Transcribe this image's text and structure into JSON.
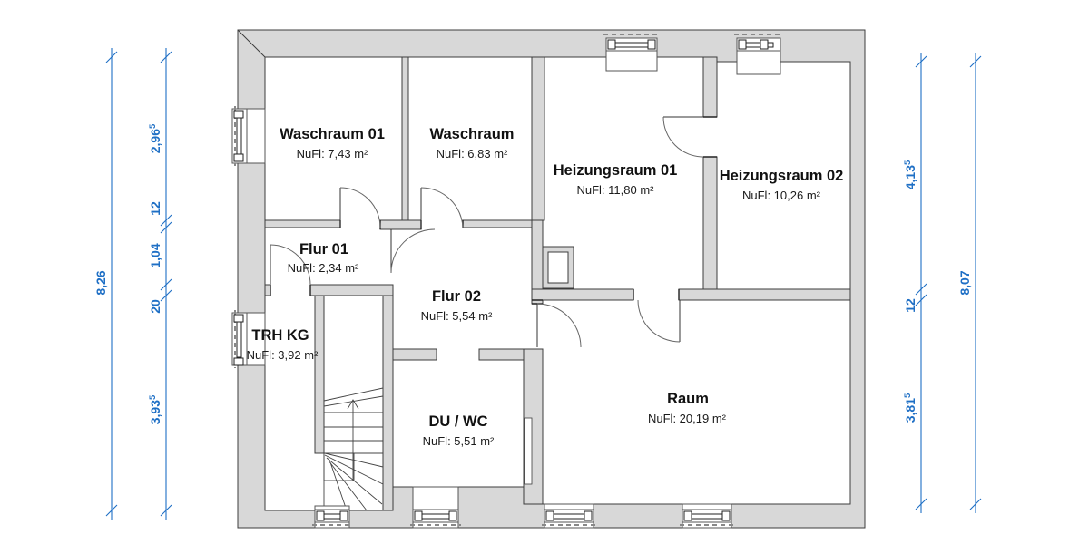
{
  "rooms": [
    {
      "id": "waschraum-01",
      "name": "Waschraum 01",
      "area": "NuFl: 7,43 m²"
    },
    {
      "id": "waschraum",
      "name": "Waschraum",
      "area": "NuFl: 6,83 m²"
    },
    {
      "id": "heizungsraum-01",
      "name": "Heizungsraum 01",
      "area": "NuFl: 11,80 m²"
    },
    {
      "id": "heizungsraum-02",
      "name": "Heizungsraum 02",
      "area": "NuFl: 10,26 m²"
    },
    {
      "id": "flur-01",
      "name": "Flur 01",
      "area": "NuFl: 2,34 m²"
    },
    {
      "id": "flur-02",
      "name": "Flur 02",
      "area": "NuFl: 5,54 m²"
    },
    {
      "id": "trh-kg",
      "name": "TRH KG",
      "area": "NuFl: 3,92 m²"
    },
    {
      "id": "du-wc",
      "name": "DU / WC",
      "area": "NuFl: 5,51 m²"
    },
    {
      "id": "raum",
      "name": "Raum",
      "area": "NuFl: 20,19 m²"
    }
  ],
  "dimensions": {
    "left_inner": [
      {
        "value": "2,96",
        "sup": "5"
      },
      {
        "value": "12",
        "sup": ""
      },
      {
        "value": "1,04",
        "sup": ""
      },
      {
        "value": "20",
        "sup": ""
      },
      {
        "value": "3,93",
        "sup": "5"
      }
    ],
    "left_total": {
      "value": "8,26",
      "sup": ""
    },
    "right_inner": [
      {
        "value": "4,13",
        "sup": "5"
      },
      {
        "value": "12",
        "sup": ""
      },
      {
        "value": "3,81",
        "sup": "5"
      }
    ],
    "right_total": {
      "value": "8,07",
      "sup": ""
    }
  },
  "colors": {
    "dimension_blue": "#1e6fc5",
    "wall_fill": "#d8d8d8",
    "wall_stroke": "#3c3c3c"
  }
}
